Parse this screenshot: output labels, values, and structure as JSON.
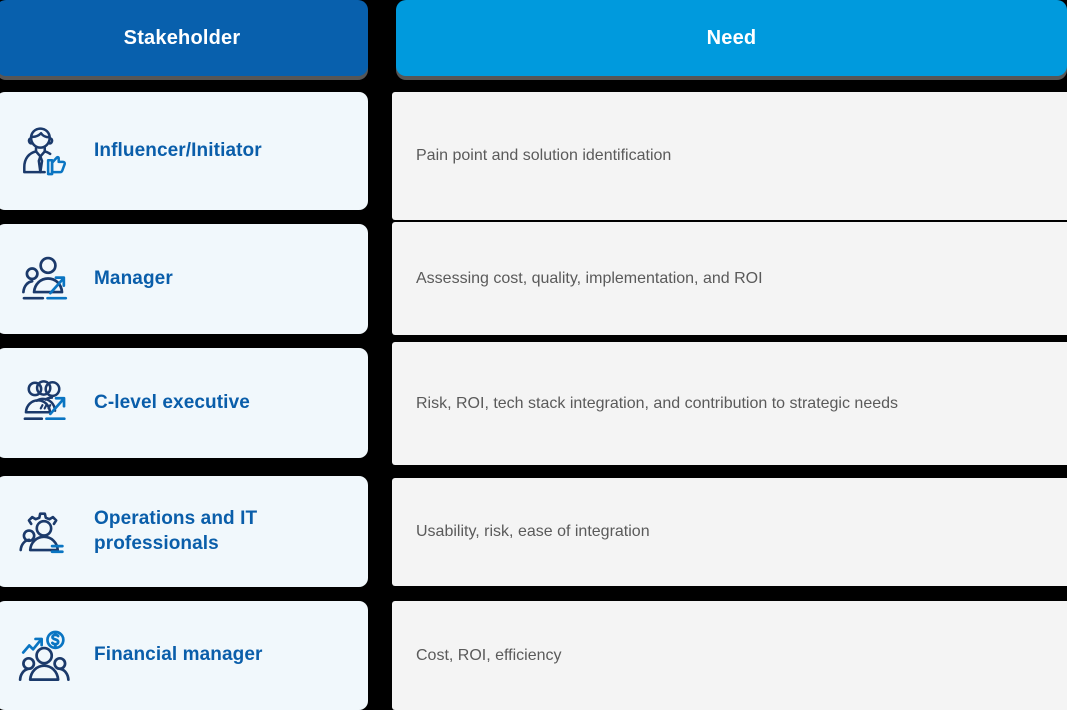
{
  "header": {
    "stakeholder_label": "Stakeholder",
    "need_label": "Need",
    "stakeholder_color": "#0860ad",
    "need_color": "#009add"
  },
  "colors": {
    "background": "#000000",
    "left_cell_bg": "#f1f8fc",
    "right_cell_bg": "#f4f4f4",
    "label_blue": "#0a5eaa",
    "icon_navy": "#1b3a6b",
    "icon_blue": "#0a75c2",
    "need_text": "#5a5a5a",
    "header_shadow": "#565656"
  },
  "rows": [
    {
      "icon": "person-tie-thumbsup-icon",
      "stakeholder": "Influencer/Initiator",
      "need": "Pain point and solution identification"
    },
    {
      "icon": "two-people-arrow-icon",
      "stakeholder": "Manager",
      "need": "Assessing cost, quality, implementation, and ROI"
    },
    {
      "icon": "group-three-arrow-icon",
      "stakeholder": "C-level executive",
      "need": "Risk, ROI, tech stack integration, and contribution to strategic needs"
    },
    {
      "icon": "person-gear-icon",
      "stakeholder": "Operations and IT professionals",
      "need": "Usability, risk, ease of integration"
    },
    {
      "icon": "group-dollar-trend-icon",
      "stakeholder": "Financial manager",
      "need": "Cost, ROI, efficiency"
    }
  ]
}
